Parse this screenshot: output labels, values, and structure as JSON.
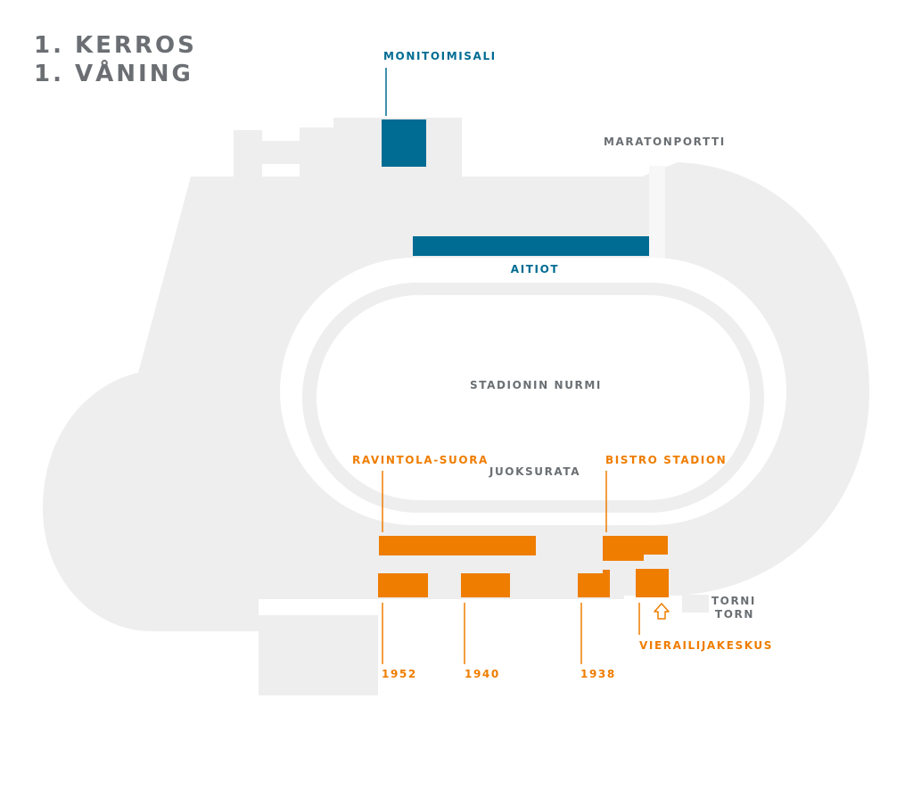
{
  "title": {
    "line1": "1. KERROS",
    "line2": "1. VÅNING"
  },
  "colors": {
    "base": "#eeeeee",
    "venue_blue": "#006c93",
    "venue_orange": "#ef7d00",
    "text_gray": "#6b6f73"
  },
  "labels": {
    "monitoimisali": "MONITOIMISALI",
    "maratonportti": "MARATONPORTTI",
    "aitiot": "AITIOT",
    "nurmi": "STADIONIN NURMI",
    "juoksurata": "JUOKSURATA",
    "ravintola": "RAVINTOLA-SUORA",
    "bistro": "BISTRO STADION",
    "torni": "TORNI",
    "torn": "TORN",
    "vierailijakeskus": "VIERAILIJAKESKUS",
    "y1952": "1952",
    "y1940": "1940",
    "y1938": "1938"
  },
  "icons": {
    "entrance": "arrow-up-icon"
  }
}
